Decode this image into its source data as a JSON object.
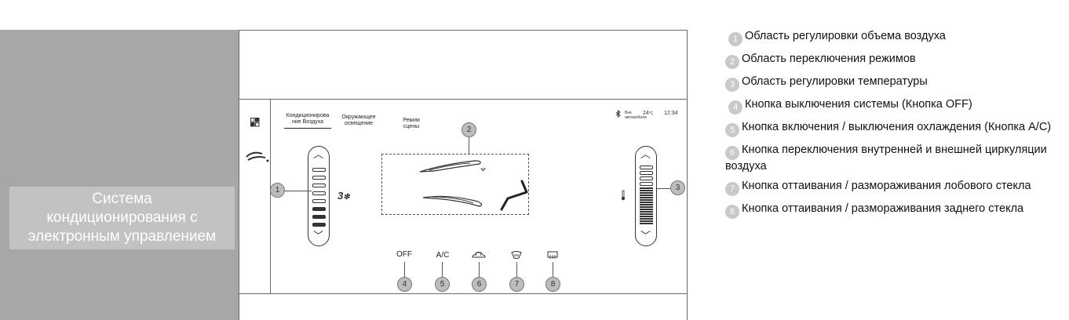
{
  "title": [
    "Система",
    "кондиционирования с",
    "электронным управлением"
  ],
  "tabs": [
    {
      "lines": [
        "Кондиционирова",
        "ние Воздуха"
      ]
    },
    {
      "lines": [
        "Окружающее",
        "освещение"
      ]
    },
    {
      "lines": [
        "Режим",
        "сцены"
      ]
    }
  ],
  "status": {
    "outside_label": "Вне",
    "outside_sub": "автомобиля",
    "temp": "24",
    "unit": "°C",
    "time": "12:34"
  },
  "fan_level_label": "3",
  "fan_level": 3,
  "temp_level_fraction": 0.6,
  "buttons": [
    {
      "label": "OFF",
      "num": "4"
    },
    {
      "label": "A/C",
      "num": "5"
    },
    {
      "label": "",
      "num": "6",
      "icon": "car-recirculation-icon"
    },
    {
      "label": "",
      "num": "7",
      "icon": "windshield-defrost-icon"
    },
    {
      "label": "",
      "num": "8",
      "icon": "rear-defrost-icon"
    }
  ],
  "callouts": {
    "c1": "1",
    "c2": "2",
    "c3": "3"
  },
  "legend": [
    {
      "num": "1",
      "text": "Область регулировки объема воздуха"
    },
    {
      "num": "2",
      "text": "Область переключения режимов"
    },
    {
      "num": "3",
      "text": "Область регулировки температуры"
    },
    {
      "num": "4",
      "text": "Кнопка выключения системы (Кнопка OFF)"
    },
    {
      "num": "5",
      "text": "Кнопка включения / выключения охлаждения (Кнопка A/C)"
    },
    {
      "num": "6",
      "text": "Кнопка переключения внутренней и внешней циркуляции воздуха"
    },
    {
      "num": "7",
      "text": "Кнопка оттаивания / размораживания лобового стекла"
    },
    {
      "num": "8",
      "text": "Кнопка оттаивания / размораживания заднего стекла"
    }
  ]
}
